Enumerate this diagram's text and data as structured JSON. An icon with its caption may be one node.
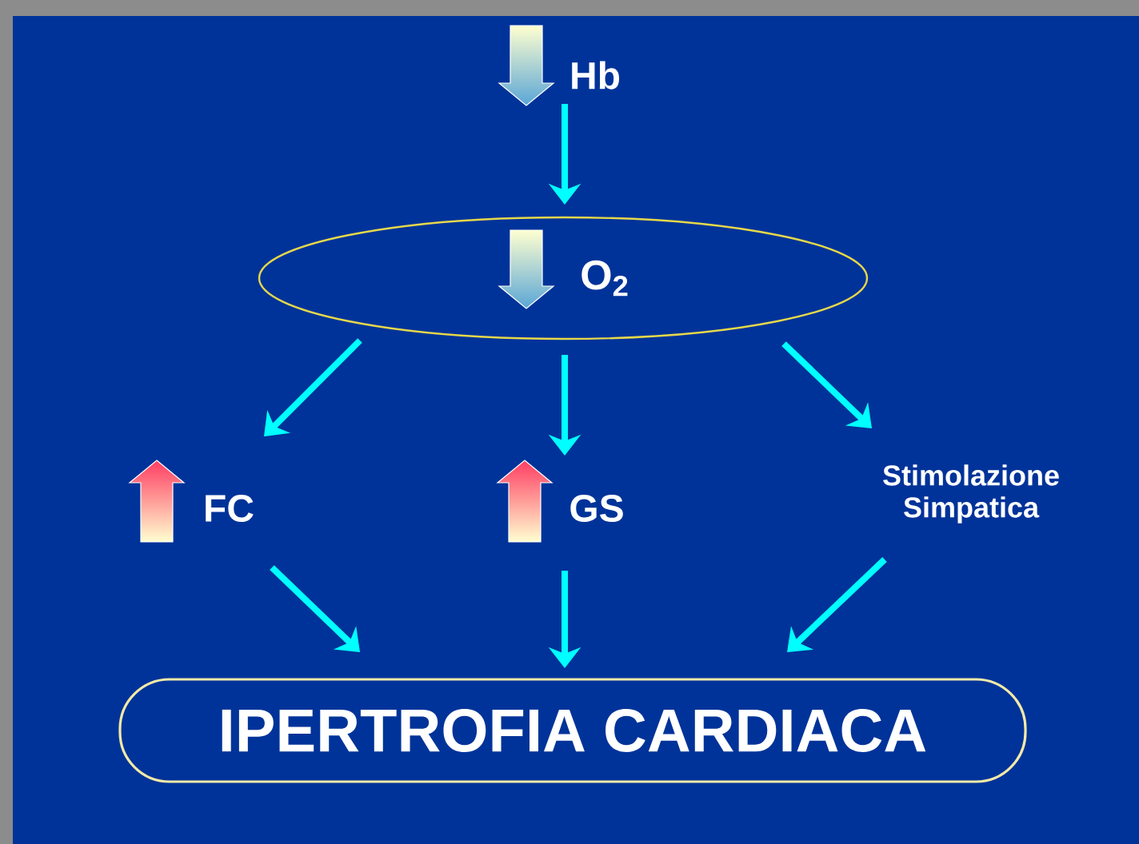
{
  "diagram": {
    "nodes": [
      {
        "text": [
          "Hb"
        ]
      },
      {
        "text": [
          "O$_{2}$"
        ]
      },
      {
        "text": [
          "FC"
        ]
      },
      {
        "text": [
          "GS"
        ]
      },
      {
        "text": [
          "Stimolazione Simpatica"
        ]
      },
      {
        "text": [
          "IPERTROFIA CARDIACA"
        ]
      }
    ],
    "edges": [
      {
        "from": 0,
        "to": 1,
        "arrow": "to"
      },
      {
        "from": 1,
        "to": 2,
        "arrow": "to"
      },
      {
        "from": 1,
        "to": 3,
        "arrow": "to"
      },
      {
        "from": 1,
        "to": 4,
        "arrow": "to"
      },
      {
        "from": 2,
        "to": 5,
        "arrow": "to"
      },
      {
        "from": 3,
        "to": 5,
        "arrow": "to"
      },
      {
        "from": 4,
        "to": 5,
        "arrow": "to"
      }
    ]
  }
}
